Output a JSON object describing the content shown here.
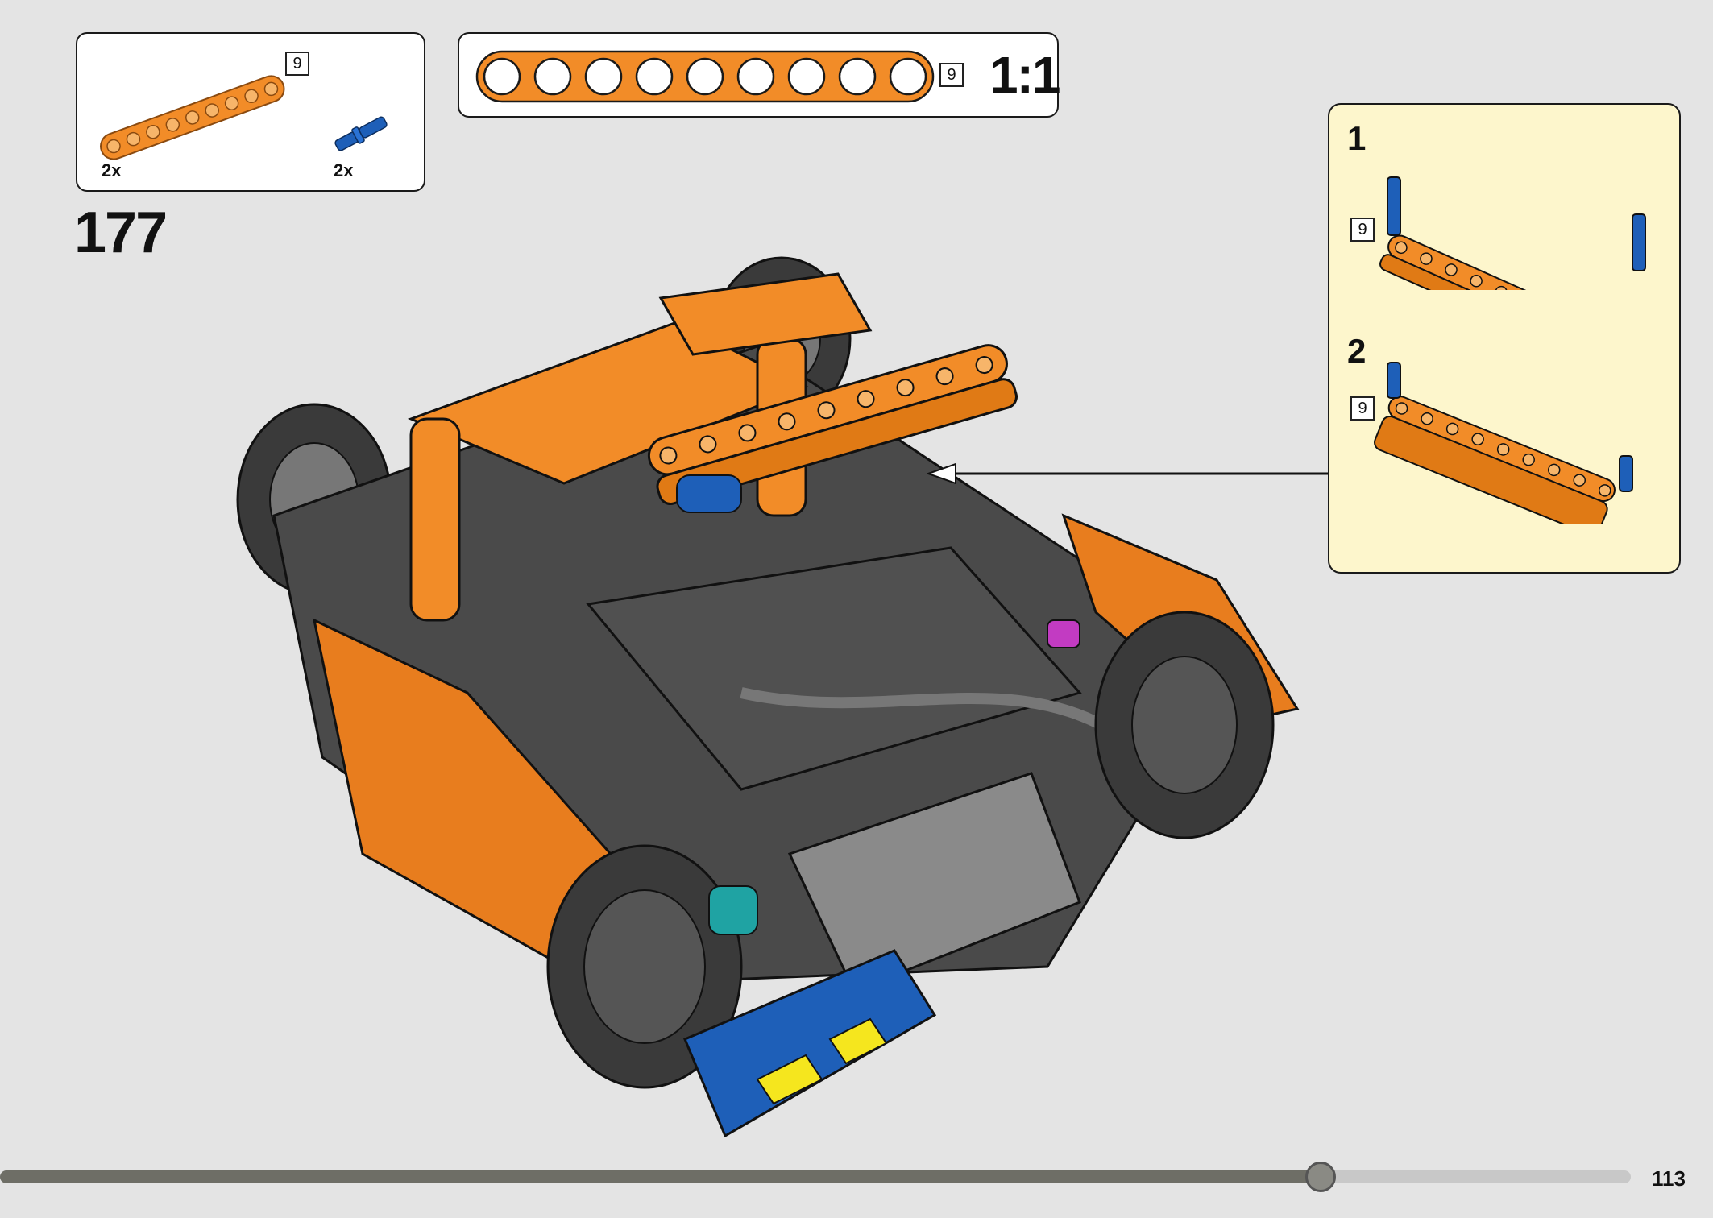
{
  "parts_list": {
    "items": [
      {
        "part": "beam-9-orange",
        "size_label": "9",
        "quantity": "2x"
      },
      {
        "part": "axle-pin-blue",
        "quantity": "2x"
      }
    ]
  },
  "scale_reference": {
    "size_label": "9",
    "scale": "1:1"
  },
  "step": {
    "number": "177"
  },
  "sub_steps": [
    {
      "number": "1",
      "size_label": "9"
    },
    {
      "number": "2",
      "size_label": "9"
    }
  ],
  "progress": {
    "fraction": 0.81
  },
  "page": {
    "number": "113"
  },
  "colors": {
    "orange": "#f28c28",
    "blue": "#1e5fb8",
    "dark_gray": "#3f3f3f",
    "callout_yellow": "#fdf6cc",
    "background": "#e4e4e4"
  }
}
